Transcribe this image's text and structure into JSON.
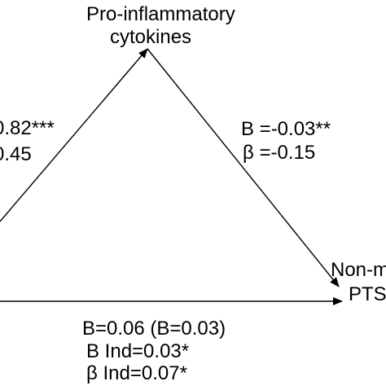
{
  "nodes": {
    "mediator": {
      "line1": "Pro-inflammatory",
      "line2": "cytokines"
    },
    "outcome": {
      "line1": "Non-m",
      "line2": "PTS"
    }
  },
  "paths": {
    "a": {
      "b_value": "0.82***",
      "beta_value": "0.45"
    },
    "b": {
      "b_value": "B =-0.03**",
      "beta_value": "β =-0.15"
    },
    "c": {
      "b_value": "B=0.06 (B=0.03)",
      "b_indirect": "B Ind=0.03*",
      "beta_indirect": "β Ind=0.07*"
    }
  },
  "colors": {
    "line": "#000000",
    "text": "#000000",
    "background": "#ffffff"
  }
}
